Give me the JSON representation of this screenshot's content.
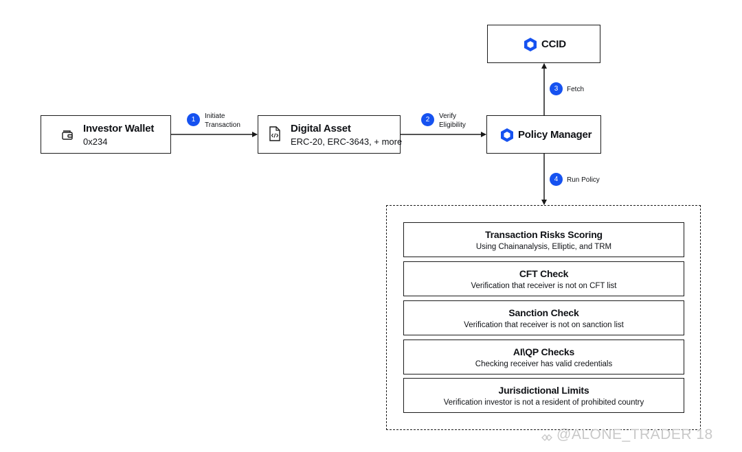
{
  "nodes": {
    "investor_wallet": {
      "title": "Investor Wallet",
      "subtitle": "0x234"
    },
    "digital_asset": {
      "title": "Digital Asset",
      "subtitle": "ERC-20, ERC-3643, + more"
    },
    "policy_manager": {
      "title": "Policy Manager"
    },
    "ccid": {
      "title": "CCID"
    }
  },
  "steps": [
    {
      "number": "1",
      "label_line1": "Initiate",
      "label_line2": "Transaction"
    },
    {
      "number": "2",
      "label_line1": "Verify",
      "label_line2": "Eligibility"
    },
    {
      "number": "3",
      "label_line1": "Fetch"
    },
    {
      "number": "4",
      "label_line1": "Run Policy"
    }
  ],
  "policies": [
    {
      "title": "Transaction Risks Scoring",
      "description": "Using Chainanalysis, Elliptic, and TRM"
    },
    {
      "title": "CFT Check",
      "description": "Verification that receiver is not on CFT list"
    },
    {
      "title": "Sanction Check",
      "description": "Verification that receiver is not on sanction list"
    },
    {
      "title": "AI\\QP Checks",
      "description": "Checking receiver has valid credentials"
    },
    {
      "title": "Jurisdictional Limits",
      "description": "Verification investor is not a resident of prohibited country"
    }
  ],
  "watermark": "@ALONE_TRADER 18",
  "colors": {
    "accent": "#1652f0",
    "stroke": "#1a1a1a",
    "watermark": "#c9c9c9"
  },
  "icons": {
    "investor_wallet": "wallet-icon",
    "digital_asset": "code-file-icon",
    "policy_manager": "hexagon-logo-icon",
    "ccid": "hexagon-logo-icon"
  }
}
